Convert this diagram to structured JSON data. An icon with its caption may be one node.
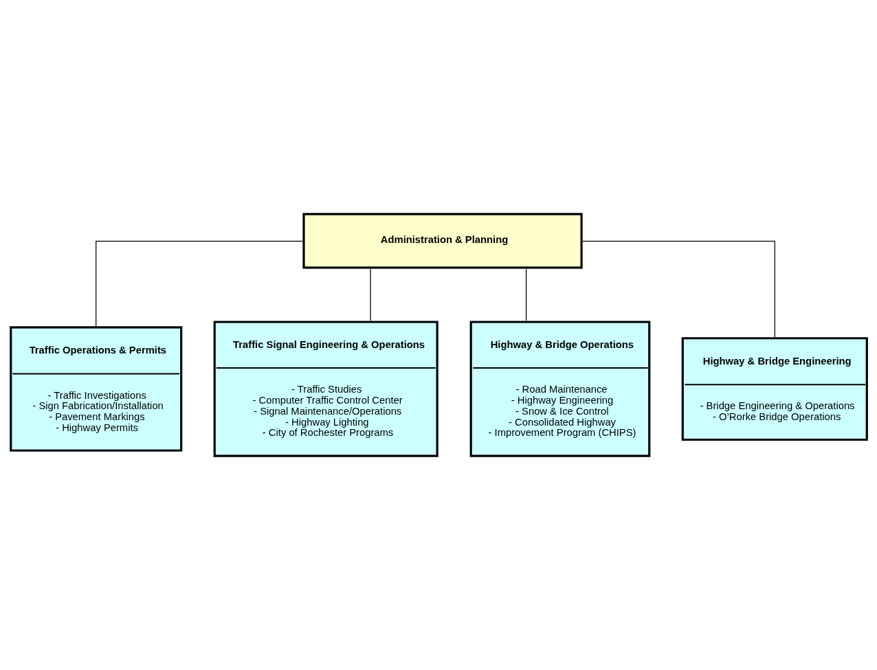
{
  "diagram": {
    "nodes": [
      {
        "text": [
          "Administration & Planning"
        ]
      },
      {
        "text": [
          "Traffic Operations & Permits",
          "- Traffic Investigations",
          "- Sign Fabrication/Installation",
          "- Pavement Markings",
          "- Highway Permits"
        ]
      },
      {
        "text": [
          "Traffic Signal Engineering & Operations",
          "- Traffic Studies",
          "- Computer Traffic Control Center",
          "- Signal Maintenance/Operations",
          "- Highway Lighting",
          "- City of Rochester Programs"
        ]
      },
      {
        "text": [
          "Highway & Bridge Operations",
          "- Road Maintenance",
          "- Highway Engineering",
          "- Snow & Ice Control",
          "- Consolidated Highway",
          "- Improvement Program (CHIPS)"
        ]
      },
      {
        "text": [
          "Highway & Bridge Engineering",
          "- Bridge Engineering & Operations",
          "- O’Rorke Bridge Operations"
        ]
      }
    ],
    "edges": [
      {
        "from": 0,
        "to": 1,
        "arrow": "none"
      },
      {
        "from": 0,
        "to": 2,
        "arrow": "none"
      },
      {
        "from": 0,
        "to": 3,
        "arrow": "none"
      },
      {
        "from": 0,
        "to": 4,
        "arrow": "none"
      }
    ]
  }
}
